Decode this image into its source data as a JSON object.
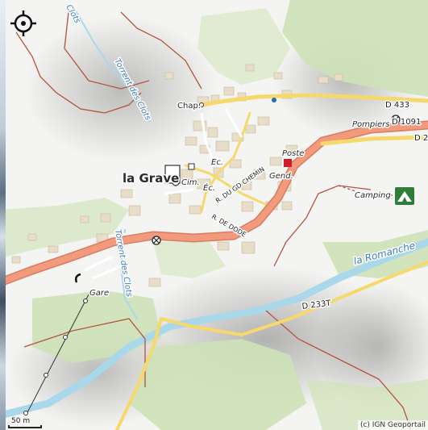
{
  "map": {
    "place_labels": {
      "town": "la Grave",
      "chap": "Chap.",
      "ec1": "Ec.",
      "ec2": "Éc.",
      "cim": "Cim.",
      "poste": "Poste",
      "gend": "Gend.",
      "pompiers": "Pompiers",
      "camping": "Camping",
      "gare": "Gare"
    },
    "road_labels": {
      "d433": "D 433",
      "d1091": "D 1091",
      "d2": "D 2",
      "d233t": "D 233T",
      "chemin": "R. DU GD CHEMIN",
      "dode": "R. DE DODE"
    },
    "water_labels": {
      "torrent1": "Torrent des Clots",
      "torrent2": "Torrent des Clots",
      "clots_top": "Clots",
      "romanche": "la Romanche"
    },
    "colors": {
      "main_road": "#f29a7c",
      "secondary_road": "#f7d86a",
      "river": "#a8d8ea",
      "forest": "#cfe3b8",
      "building": "#e8ddc9",
      "trail": "#b5533c"
    }
  },
  "controls": {
    "compass": "compass-icon",
    "scale_label": "50 m"
  },
  "attribution": "(c) IGN Geoportail"
}
